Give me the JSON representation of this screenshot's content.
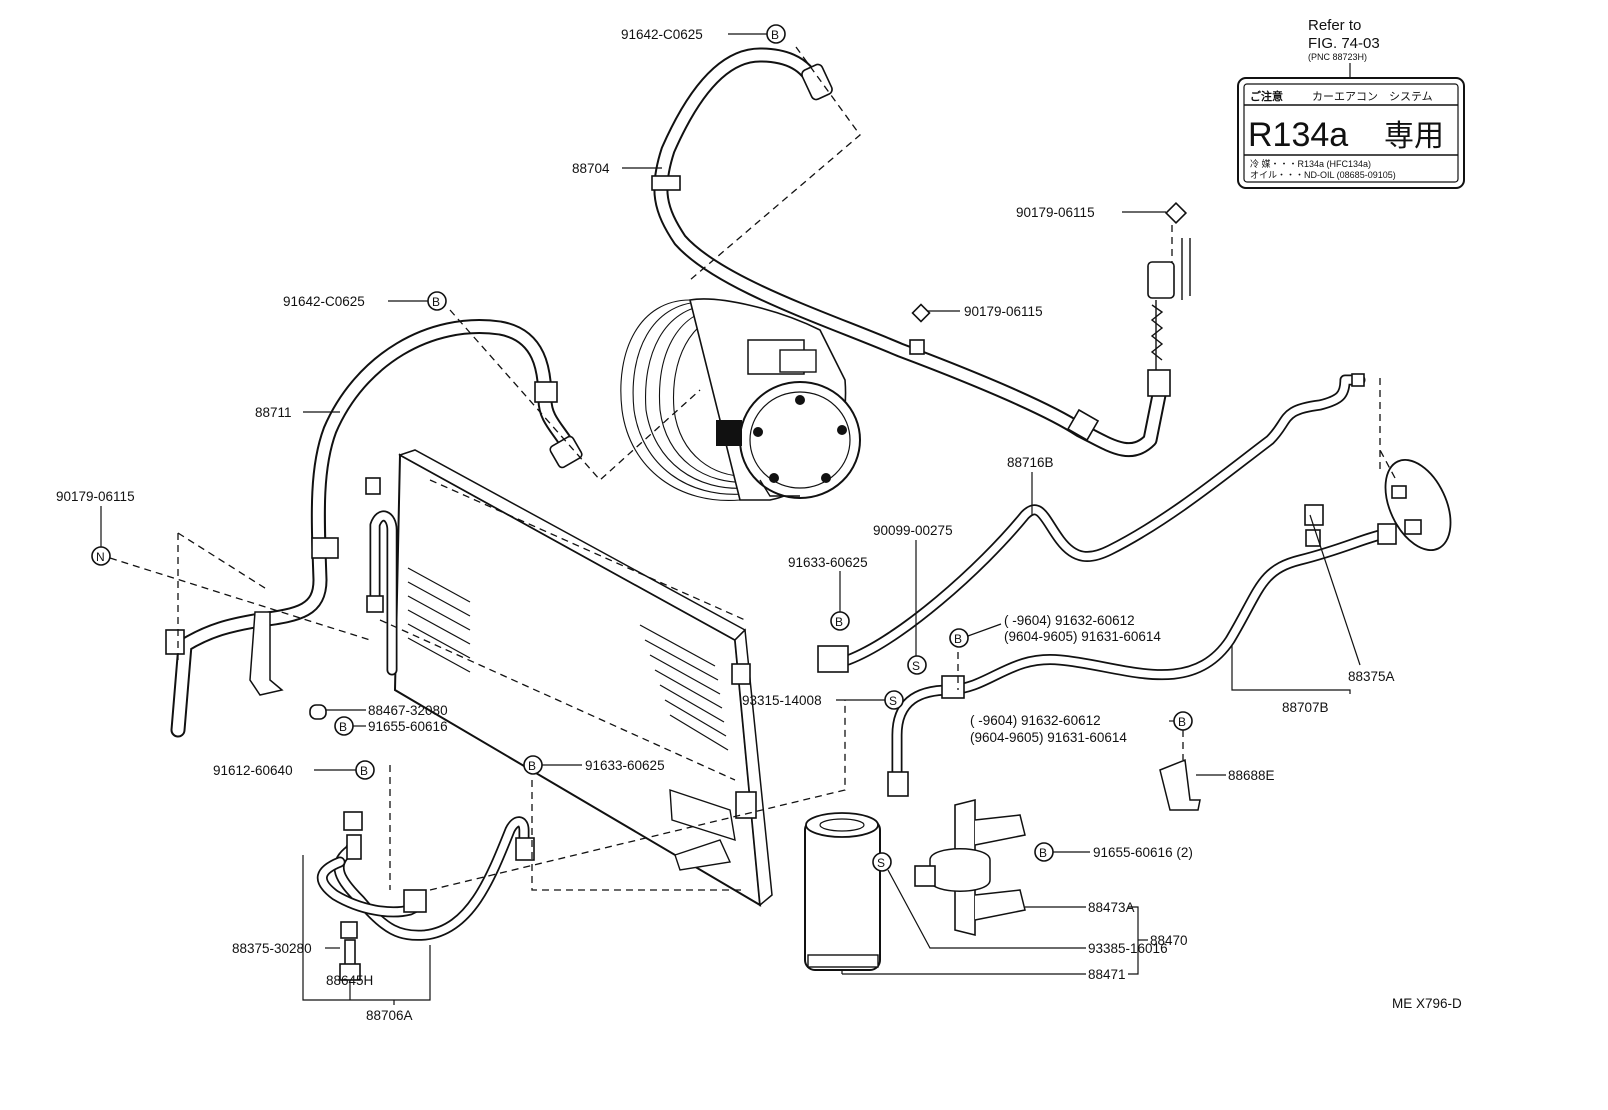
{
  "diagram": {
    "figure_code": "ME X796-D",
    "reference": {
      "line1": "Refer to",
      "line2": "FIG. 74-03",
      "line3": "(PNC 88723H)"
    },
    "sticker": {
      "header_left": "ご注意",
      "header_right": "カーエアコン　システム",
      "main_left": "R134a",
      "main_right": "専用",
      "row1": "冷 媒・・・R134a (HFC134a)",
      "row2": "オイル・・・ND-OIL (08685-09105)"
    },
    "symbols": {
      "B": "B",
      "S": "S",
      "N": "N"
    },
    "labels": {
      "l1": "91642-C0625",
      "l2": "88704",
      "l3": "90179-06115",
      "l4": "90179-06115",
      "l5": "91642-C0625",
      "l6": "88711",
      "l7": "90179-06115",
      "l8": "88716B",
      "l9": "90099-00275",
      "l10": "91633-60625",
      "l11a": "(        -9604) 91632-60612",
      "l11b": "(9604-9605) 91631-60614",
      "l12": "88375A",
      "l13": "88707B",
      "l14": "88467-32080",
      "l15": "91655-60616",
      "l16": "93315-14008",
      "l17a": "(        -9604) 91632-60612",
      "l17b": "(9604-9605) 91631-60614",
      "l18": "91612-60640",
      "l19": "91633-60625",
      "l20": "88688E",
      "l21": "91655-60616 (2)",
      "l22": "88473A",
      "l23": "88470",
      "l24": "93385-16016",
      "l25": "88471",
      "l26": "88375-30280",
      "l27": "88645H",
      "l28": "88706A"
    }
  }
}
